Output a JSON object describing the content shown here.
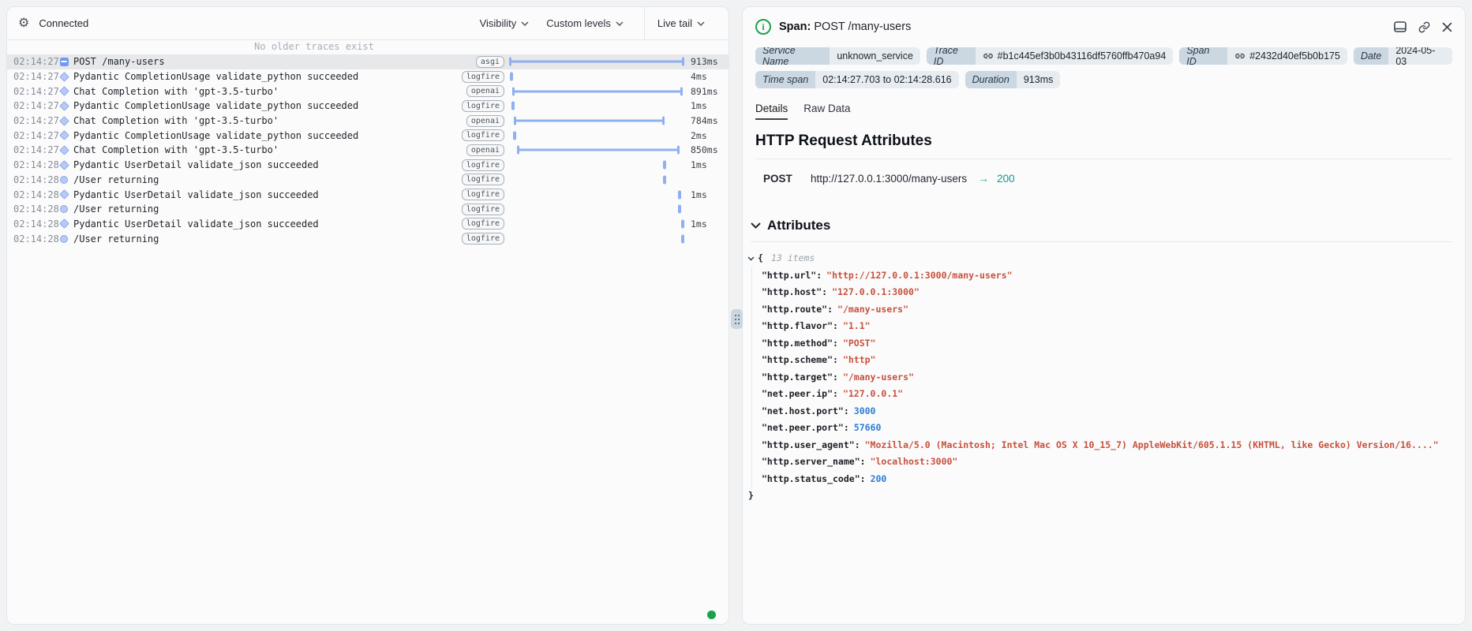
{
  "left_panel": {
    "header": {
      "connected_label": "Connected",
      "visibility_label": "Visibility",
      "custom_levels_label": "Custom levels",
      "live_tail_label": "Live tail"
    },
    "empty_message": "No older traces exist",
    "rows": [
      {
        "time": "02:14:27",
        "icon": "collapse",
        "name": "POST /many-users",
        "tag": "asgi",
        "duration": "913ms",
        "state": "selected",
        "bar": {
          "type": "span",
          "start_pct": 0,
          "end_pct": 100
        }
      },
      {
        "time": "02:14:27",
        "icon": "diamond",
        "name": "Pydantic CompletionUsage validate_python succeeded",
        "tag": "logfire",
        "duration": "4ms",
        "bar": {
          "type": "tick",
          "start_pct": 1.5
        }
      },
      {
        "time": "02:14:27",
        "icon": "diamond",
        "name": "Chat Completion with 'gpt-3.5-turbo'",
        "tag": "openai",
        "duration": "891ms",
        "bar": {
          "type": "span",
          "start_pct": 1.8,
          "end_pct": 99.1
        }
      },
      {
        "time": "02:14:27",
        "icon": "diamond",
        "name": "Pydantic CompletionUsage validate_python succeeded",
        "tag": "logfire",
        "duration": "1ms",
        "bar": {
          "type": "tick",
          "start_pct": 2.2
        }
      },
      {
        "time": "02:14:27",
        "icon": "diamond",
        "name": "Chat Completion with 'gpt-3.5-turbo'",
        "tag": "openai",
        "duration": "784ms",
        "bar": {
          "type": "span",
          "start_pct": 2.7,
          "end_pct": 88.8
        }
      },
      {
        "time": "02:14:27",
        "icon": "diamond",
        "name": "Pydantic CompletionUsage validate_python succeeded",
        "tag": "logfire",
        "duration": "2ms",
        "bar": {
          "type": "tick",
          "start_pct": 3.3
        }
      },
      {
        "time": "02:14:27",
        "icon": "diamond",
        "name": "Chat Completion with 'gpt-3.5-turbo'",
        "tag": "openai",
        "duration": "850ms",
        "bar": {
          "type": "span",
          "start_pct": 4.5,
          "end_pct": 97.3
        }
      },
      {
        "time": "02:14:28",
        "icon": "diamond",
        "name": "Pydantic UserDetail validate_json succeeded",
        "tag": "logfire",
        "duration": "1ms",
        "bar": {
          "type": "tick",
          "start_pct": 88.8
        }
      },
      {
        "time": "02:14:28",
        "icon": "circle",
        "name": "/User returning",
        "tag": "logfire",
        "duration": "",
        "bar": {
          "type": "tick",
          "start_pct": 88.8
        }
      },
      {
        "time": "02:14:28",
        "icon": "diamond",
        "name": "Pydantic UserDetail validate_json succeeded",
        "tag": "logfire",
        "duration": "1ms",
        "bar": {
          "type": "tick",
          "start_pct": 97.3
        }
      },
      {
        "time": "02:14:28",
        "icon": "circle",
        "name": "/User returning",
        "tag": "logfire",
        "duration": "",
        "bar": {
          "type": "tick",
          "start_pct": 97.3
        }
      },
      {
        "time": "02:14:28",
        "icon": "diamond",
        "name": "Pydantic UserDetail validate_json succeeded",
        "tag": "logfire",
        "duration": "1ms",
        "bar": {
          "type": "tick",
          "start_pct": 99.1
        }
      },
      {
        "time": "02:14:28",
        "icon": "circle",
        "name": "/User returning",
        "tag": "logfire",
        "duration": "",
        "bar": {
          "type": "tick",
          "start_pct": 99.1
        }
      }
    ]
  },
  "right_panel": {
    "header": {
      "kind_label": "Span:",
      "title": "POST /many-users"
    },
    "badge_rows": [
      [
        {
          "label": "Service Name",
          "value": "unknown_service"
        },
        {
          "label": "Trace ID",
          "value": "#b1c445ef3b0b43116df5760ffb470a94",
          "link": true
        },
        {
          "label": "Span ID",
          "value": "#2432d40ef5b0b175",
          "link": true
        },
        {
          "label": "Date",
          "value": "2024-05-03"
        }
      ],
      [
        {
          "label": "Time span",
          "value": "02:14:27.703 to 02:14:28.616"
        },
        {
          "label": "Duration",
          "value": "913ms"
        }
      ]
    ],
    "tabs": [
      {
        "label": "Details",
        "state": "active"
      },
      {
        "label": "Raw Data"
      }
    ],
    "section_title": "HTTP Request Attributes",
    "request": {
      "method": "POST",
      "url": "http://127.0.0.1:3000/many-users",
      "arrow": "→",
      "status": "200"
    },
    "attributes_title": "Attributes",
    "json": {
      "open_brace": "{",
      "items_label": "13 items",
      "close_brace": "}",
      "entries": [
        {
          "key": "\"http.url\":",
          "value": "\"http://127.0.0.1:3000/many-users\"",
          "type": "string"
        },
        {
          "key": "\"http.host\":",
          "value": "\"127.0.0.1:3000\"",
          "type": "string"
        },
        {
          "key": "\"http.route\":",
          "value": "\"/many-users\"",
          "type": "string"
        },
        {
          "key": "\"http.flavor\":",
          "value": "\"1.1\"",
          "type": "string"
        },
        {
          "key": "\"http.method\":",
          "value": "\"POST\"",
          "type": "string"
        },
        {
          "key": "\"http.scheme\":",
          "value": "\"http\"",
          "type": "string"
        },
        {
          "key": "\"http.target\":",
          "value": "\"/many-users\"",
          "type": "string"
        },
        {
          "key": "\"net.peer.ip\":",
          "value": "\"127.0.0.1\"",
          "type": "string"
        },
        {
          "key": "\"net.host.port\":",
          "value": "3000",
          "type": "number"
        },
        {
          "key": "\"net.peer.port\":",
          "value": "57660",
          "type": "number"
        },
        {
          "key": "\"http.user_agent\":",
          "value": "\"Mozilla/5.0 (Macintosh; Intel Mac OS X 10_15_7) AppleWebKit/605.1.15 (KHTML, like Gecko) Version/16....\"",
          "type": "string"
        },
        {
          "key": "\"http.server_name\":",
          "value": "\"localhost:3000\"",
          "type": "string"
        },
        {
          "key": "\"http.status_code\":",
          "value": "200",
          "type": "number"
        }
      ]
    }
  },
  "colors": {
    "accent_bar": "#8fb0f0",
    "live_green": "#18a34a",
    "status_teal": "#0e9888",
    "json_string": "#c8503c",
    "json_number": "#2e7cd6",
    "badge_label_bg": "#cbd7e1",
    "badge_value_bg": "#e7ecf1",
    "selected_row_bg": "#e7e8ea"
  }
}
